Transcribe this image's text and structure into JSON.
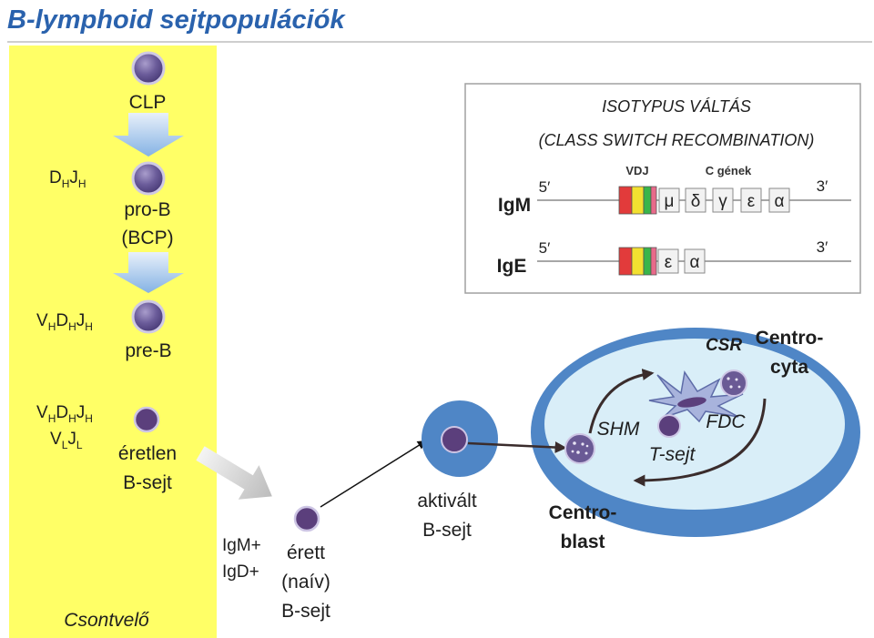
{
  "title": "B-lymphoid sejtpopulációk",
  "marrow": {
    "label": "Csontvelő",
    "dj": [
      "D",
      "H",
      "J",
      "H"
    ],
    "vdj": [
      "V",
      "H",
      "D",
      "H",
      "J",
      "H"
    ],
    "vdj_2": [
      "V",
      "H",
      "D",
      "H",
      "J",
      "H"
    ],
    "vj": [
      "V",
      "L",
      "J",
      "L"
    ]
  },
  "stages": {
    "clp": "CLP",
    "pro_b": [
      "pro-B",
      "(BCP)"
    ],
    "pre_b": "pre-B",
    "immature": [
      "éretlen",
      "B-sejt"
    ]
  },
  "mature": {
    "markers": [
      "IgM+",
      "IgD+"
    ],
    "label": [
      "érett",
      "(naív)",
      "B-sejt"
    ]
  },
  "activated": [
    "aktivált",
    "B-sejt"
  ],
  "germinal_center": {
    "shm": "SHM",
    "t_cell": "T-sejt",
    "fdc": "FDC",
    "csr": "CSR",
    "centrocyte": [
      "Centro-",
      "cyta"
    ],
    "centroblast": [
      "Centro-",
      "blast"
    ]
  },
  "isotype_switch": {
    "title": "ISOTYPUS VÁLTÁS",
    "subtitle": "(CLASS SWITCH RECOMBINATION)",
    "vdj_label": "VDJ",
    "c_genes_label": "C gének",
    "rows": [
      {
        "name": "IgM",
        "five": "5′",
        "three": "3′",
        "genes": [
          "μ",
          "δ",
          "γ",
          "ε",
          "α"
        ]
      },
      {
        "name": "IgE",
        "five": "5′",
        "three": "3′",
        "genes": [
          "ε",
          "α"
        ]
      }
    ]
  },
  "colors": {
    "title": "#2a62ad",
    "band": "#ffff66",
    "gc_outer": "#4f86c6",
    "gc_inner": "#d9eef8"
  }
}
